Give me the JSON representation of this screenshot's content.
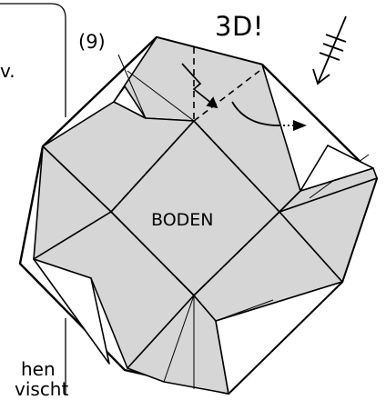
{
  "figure": {
    "step_number": "(9)",
    "headline": "3D!",
    "region_label": "BODEN",
    "cropped_text": {
      "top_left_fragment": "v.",
      "bottom_left_line_1": "hen",
      "bottom_left_line_2": "vischt"
    }
  },
  "colors": {
    "fill_gray": "#d6d6d6",
    "paper_white": "#ffffff",
    "line": "#000000"
  },
  "icons": [
    "zigzag-arrow-icon",
    "valley-fold-arrow-icon",
    "repeat-arrow-icon"
  ]
}
